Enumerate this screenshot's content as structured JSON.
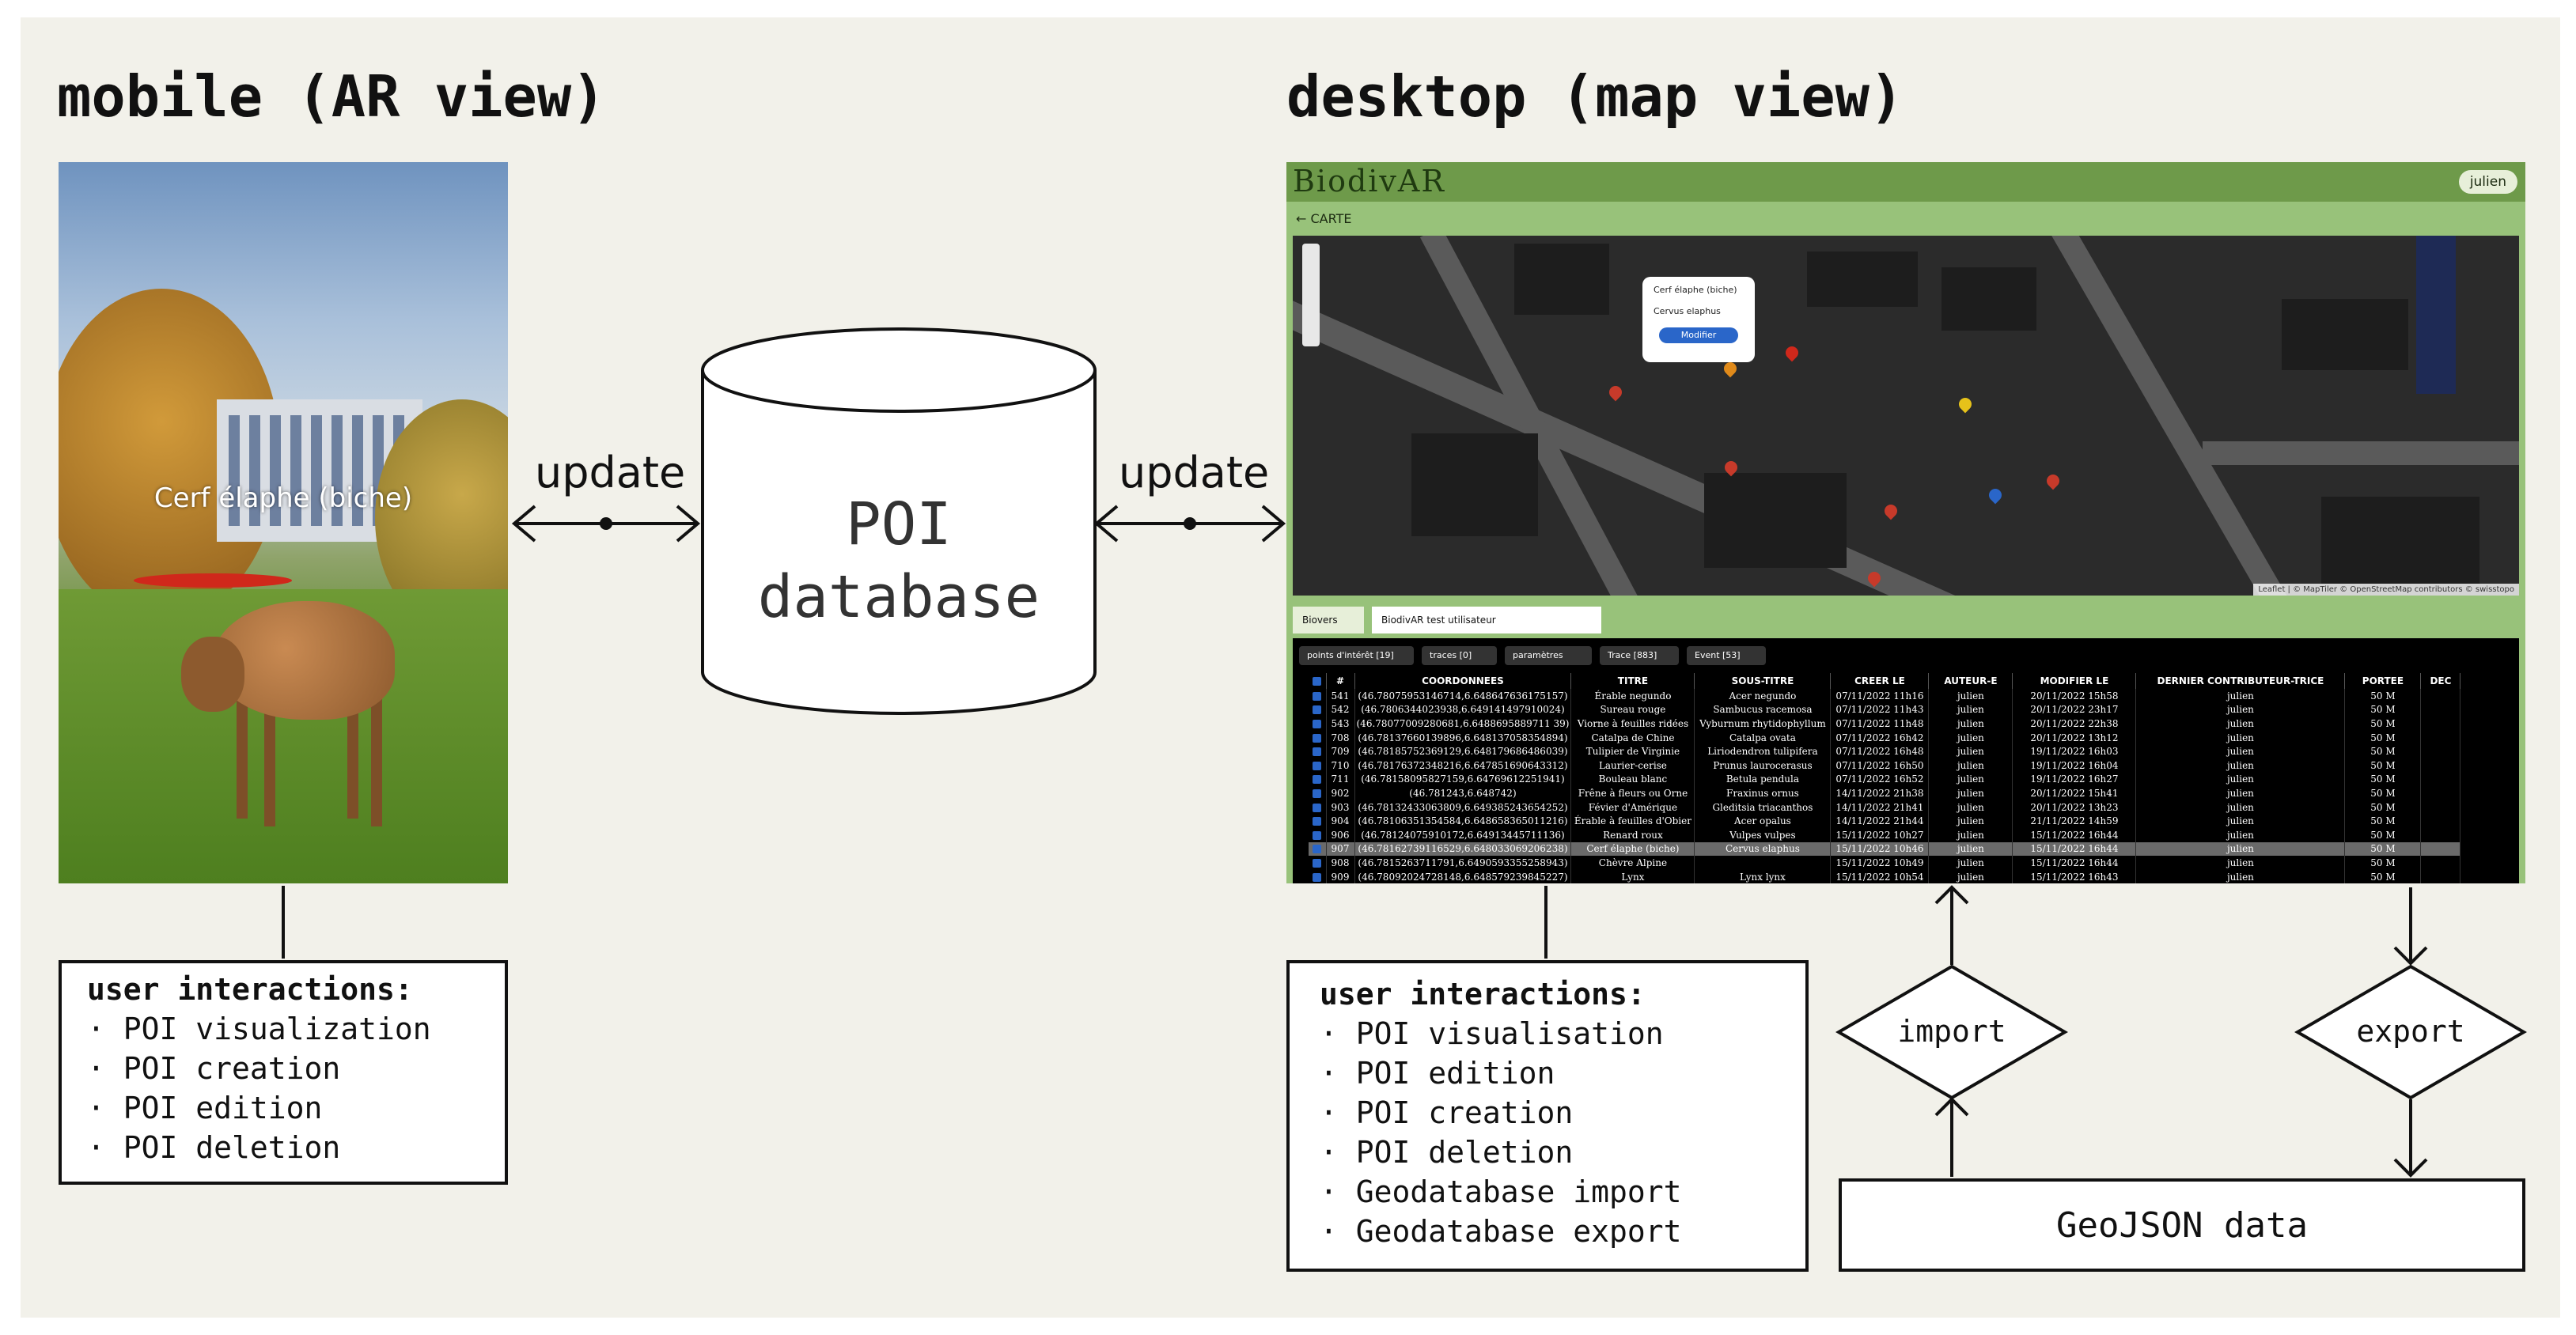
{
  "mobile": {
    "heading": "mobile (AR view)",
    "poi_label": "Cerf élaphe (biche)",
    "interactions": {
      "title": "user interactions:",
      "items": [
        "· POI visualization",
        "· POI creation",
        "· POI edition",
        "· POI deletion"
      ]
    }
  },
  "desktop": {
    "heading": "desktop (map view)",
    "interactions": {
      "title": "user interactions:",
      "items": [
        "· POI visualisation",
        "· POI edition",
        "· POI creation",
        "· POI deletion",
        "· Geodatabase import",
        "· Geodatabase export"
      ]
    },
    "app": {
      "brand": "BiodivAR",
      "user": "julien",
      "back_label": "← CARTE",
      "popup": {
        "line1": "Cerf élaphe (biche)",
        "line2": "Cervus elaphus",
        "button": "Modifier"
      },
      "attribution": "Leaflet | © MapTiler © OpenStreetMap contributors © swisstopo",
      "tabs": [
        "Biovers",
        "BiodivAR test utilisateur"
      ],
      "subtabs": [
        "points d'intérêt [19]",
        "traces [0]",
        "paramètres",
        "Trace [883]",
        "Event [53]"
      ],
      "columns": [
        "#",
        "COORDONNEES",
        "TITRE",
        "SOUS-TITRE",
        "CREER LE",
        "AUTEUR-E",
        "MODIFIER LE",
        "DERNIER CONTRIBUTEUR-TRICE",
        "PORTEE",
        "DEC"
      ],
      "rows": [
        [
          "541",
          "(46.78075953146714,6.648647636175157)",
          "Érable negundo",
          "Acer negundo",
          "07/11/2022 11h16",
          "julien",
          "20/11/2022 15h58",
          "julien",
          "50 M"
        ],
        [
          "542",
          "(46.7806344023938,6.649141497910024)",
          "Sureau rouge",
          "Sambucus racemosa",
          "07/11/2022 11h43",
          "julien",
          "20/11/2022 23h17",
          "julien",
          "50 M"
        ],
        [
          "543",
          "(46.78077009280681,6.6488695889711 39)",
          "Viorne à feuilles ridées",
          "Vyburnum rhytidophyllum",
          "07/11/2022 11h48",
          "julien",
          "20/11/2022 22h38",
          "julien",
          "50 M"
        ],
        [
          "708",
          "(46.78137660139896,6.648137058354894)",
          "Catalpa de Chine",
          "Catalpa ovata",
          "07/11/2022 16h42",
          "julien",
          "20/11/2022 13h12",
          "julien",
          "50 M"
        ],
        [
          "709",
          "(46.78185752369129,6.648179686486039)",
          "Tulipier de Virginie",
          "Liriodendron tulipifera",
          "07/11/2022 16h48",
          "julien",
          "19/11/2022 16h03",
          "julien",
          "50 M"
        ],
        [
          "710",
          "(46.78176372348216,6.647851690643312)",
          "Laurier-cerise",
          "Prunus laurocerasus",
          "07/11/2022 16h50",
          "julien",
          "19/11/2022 16h04",
          "julien",
          "50 M"
        ],
        [
          "711",
          "(46.78158095827159,6.64769612251941)",
          "Bouleau blanc",
          "Betula pendula",
          "07/11/2022 16h52",
          "julien",
          "19/11/2022 16h27",
          "julien",
          "50 M"
        ],
        [
          "902",
          "(46.781243,6.648742)",
          "Frêne à fleurs ou Orne",
          "Fraxinus ornus",
          "14/11/2022 21h38",
          "julien",
          "20/11/2022 15h41",
          "julien",
          "50 M"
        ],
        [
          "903",
          "(46.78132433063809,6.649385243654252)",
          "Févier d'Amérique",
          "Gleditsia triacanthos",
          "14/11/2022 21h41",
          "julien",
          "20/11/2022 13h23",
          "julien",
          "50 M"
        ],
        [
          "904",
          "(46.78106351354584,6.648658365011216)",
          "Érable à feuilles d'Obier",
          "Acer opalus",
          "14/11/2022 21h44",
          "julien",
          "21/11/2022 14h59",
          "julien",
          "50 M"
        ],
        [
          "906",
          "(46.78124075910172,6.64913445711136)",
          "Renard roux",
          "Vulpes vulpes",
          "15/11/2022 10h27",
          "julien",
          "15/11/2022 16h44",
          "julien",
          "50 M"
        ],
        [
          "907",
          "(46.78162739116529,6.648033069206238)",
          "Cerf élaphe (biche)",
          "Cervus elaphus",
          "15/11/2022 10h46",
          "julien",
          "15/11/2022 16h44",
          "julien",
          "50 M"
        ],
        [
          "908",
          "(46.7815263711791,6.6490593355258943)",
          "Chèvre Alpine",
          "",
          "15/11/2022 10h49",
          "julien",
          "15/11/2022 16h44",
          "julien",
          "50 M"
        ],
        [
          "909",
          "(46.78092024728148,6.648579239845227)",
          "Lynx",
          "Lynx lynx",
          "15/11/2022 10h54",
          "julien",
          "15/11/2022 16h43",
          "julien",
          "50 M"
        ]
      ],
      "selected_row": 11
    }
  },
  "arrows": {
    "left_label": "update",
    "right_label": "update"
  },
  "database": {
    "line1": "POI",
    "line2": "database"
  },
  "import_label": "import",
  "export_label": "export",
  "geojson_label": "GeoJSON data"
}
